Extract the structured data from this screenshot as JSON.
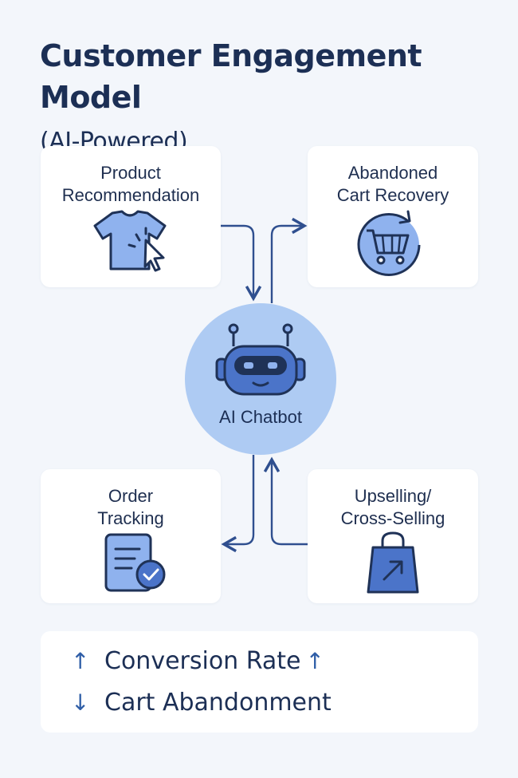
{
  "title": {
    "main": "Customer Engagement Model",
    "sub": "(AI-Powered)"
  },
  "hub": {
    "label": "AI Chatbot",
    "icon": "robot-icon",
    "color": "#aecbf3"
  },
  "cards": {
    "product": {
      "label": "Product\nRecommendation",
      "icon": "tshirt-click-icon"
    },
    "cart": {
      "label": "Abandoned\nCart Recovery",
      "icon": "shopping-cart-refresh-icon"
    },
    "order": {
      "label": "Order\nTracking",
      "icon": "document-check-icon"
    },
    "upsell": {
      "label": "Upselling/\nCross-Selling",
      "icon": "shopping-bag-arrow-icon"
    }
  },
  "metrics": [
    {
      "arrow": "↑",
      "label": "Conversion Rate",
      "trail": "↑"
    },
    {
      "arrow": "↓",
      "label": "Cart Abandonment",
      "trail": ""
    }
  ],
  "colors": {
    "background": "#f3f6fb",
    "accent": "#2f5ea7",
    "icon_fill": "#8fb2ee",
    "text": "#1c2f55"
  }
}
